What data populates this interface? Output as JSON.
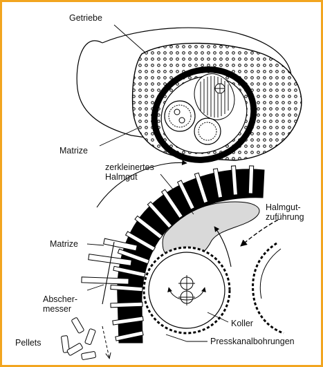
{
  "diagram": {
    "colors": {
      "border": "#f2a51f",
      "ink": "#000000",
      "halmgut": "#d9d9d9"
    },
    "labels": {
      "getriebe": "Getriebe",
      "matrize_top": "Matrize",
      "zerkleinertes": "zerkleinertes",
      "halmgut": "Halmgut",
      "halmgut_zu": "Halmgut-",
      "zufuhrung": "zuführung",
      "matrize_bottom": "Matrize",
      "abscher": "Abscher-",
      "messer": "messer",
      "koller": "Koller",
      "pellets": "Pellets",
      "presskanal": "Presskanalbohrungen"
    }
  }
}
